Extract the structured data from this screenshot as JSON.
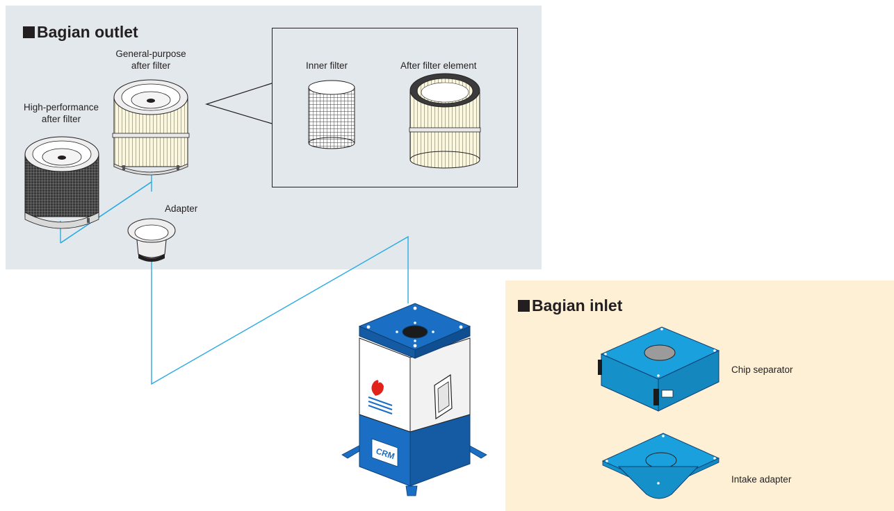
{
  "colors": {
    "outlet_panel_bg": "#e3e8ec",
    "inlet_panel_bg": "#fdf0d5",
    "connector_line": "#29abe2",
    "device_blue": "#1a6fc4",
    "part_blue": "#1aa1dd"
  },
  "outlet": {
    "title": "Bagian outlet",
    "general_purpose_label_line1": "General-purpose",
    "general_purpose_label_line2": "after filter",
    "high_performance_label_line1": "High-performance",
    "high_performance_label_line2": "after filter",
    "adapter_label": "Adapter",
    "callout": {
      "inner_filter_label": "Inner filter",
      "after_filter_element_label": "After filter element"
    }
  },
  "inlet": {
    "title": "Bagian inlet",
    "chip_separator_label": "Chip separator",
    "intake_adapter_label": "Intake adapter"
  },
  "device": {
    "brand_icon": "flame-logo-icon",
    "badge_text": "CRM"
  }
}
